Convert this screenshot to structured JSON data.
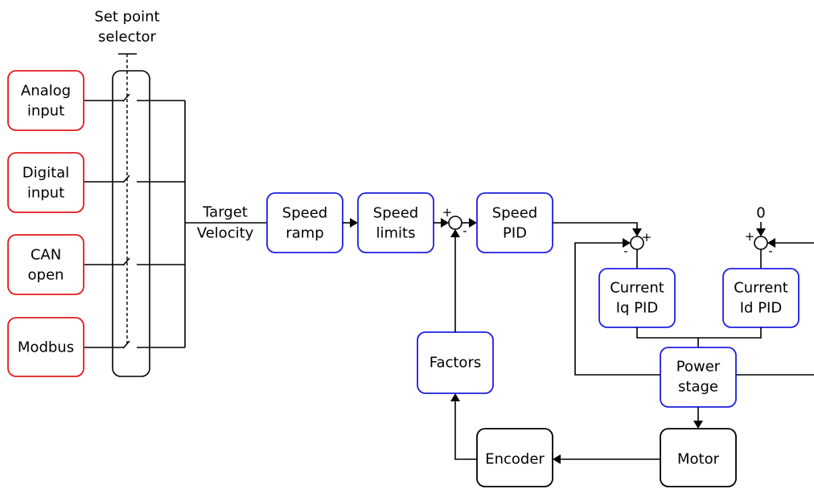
{
  "colors": {
    "input_border": "#e31a1c",
    "control_border": "#1f1fe0",
    "hardware_border": "#000000",
    "line": "#000000"
  },
  "selector": {
    "line1": "Set point",
    "line2": "selector"
  },
  "inputs": {
    "analog": {
      "line1": "Analog",
      "line2": "input"
    },
    "digital": {
      "line1": "Digital",
      "line2": "input"
    },
    "can": {
      "line1": "CAN",
      "line2": "open"
    },
    "modbus": {
      "line1": "Modbus"
    }
  },
  "signal": {
    "line1": "Target",
    "line2": "Velocity"
  },
  "blocks": {
    "speed_ramp": {
      "line1": "Speed",
      "line2": "ramp"
    },
    "speed_limits": {
      "line1": "Speed",
      "line2": "limits"
    },
    "speed_pid": {
      "line1": "Speed",
      "line2": "PID"
    },
    "current_iq": {
      "line1": "Current",
      "line2": "Iq PID"
    },
    "current_id": {
      "line1": "Current",
      "line2": "Id PID"
    },
    "factors": {
      "line1": "Factors"
    },
    "power_stage": {
      "line1": "Power",
      "line2": "stage"
    },
    "encoder": {
      "line1": "Encoder"
    },
    "motor": {
      "line1": "Motor"
    }
  },
  "sums": {
    "speed": {
      "plus": "+",
      "minus": "-"
    },
    "iq": {
      "plus": "+",
      "minus": "-"
    },
    "id": {
      "plus": "+",
      "minus": "-",
      "setpoint": "0"
    }
  }
}
